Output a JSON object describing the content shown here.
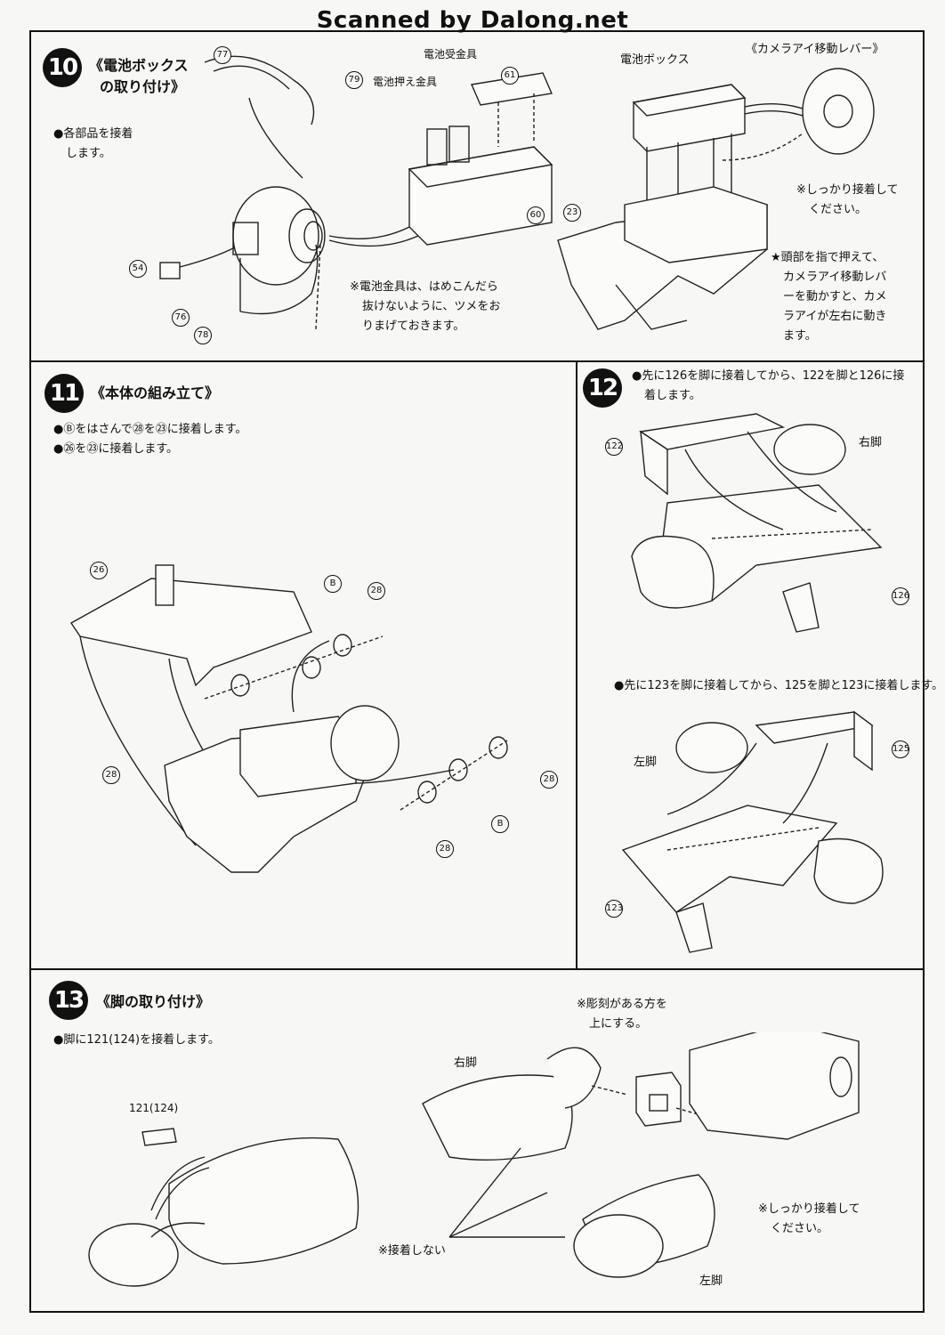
{
  "watermark": "Scanned by Dalong.net",
  "step10": {
    "number": "10",
    "title": "《電池ボックスの取り付け》",
    "title_line1": "《電池ボックス",
    "title_line2": "の取り付け》",
    "notes": [
      "●各部品を接着",
      "します。"
    ],
    "labels": {
      "battery_receiver": "電池受金具",
      "battery_holder": "電池押え金具",
      "battery_box_left": "電池ボックス",
      "battery_box": "電池ボックス",
      "camera_lever": "《カメラアイ移動レバー》"
    },
    "parts": [
      "77",
      "79",
      "61",
      "60",
      "54",
      "76",
      "78",
      "23"
    ],
    "notice_metal": [
      "※電池金具は、はめこんだら",
      "抜けないように、ツメをお",
      "りまげておきます。"
    ],
    "notice_glue": [
      "※しっかり接着して",
      "ください。"
    ],
    "notice_head": [
      "★頭部を指で押えて、",
      "カメラアイ移動レバ",
      "ーを動かすと、カメ",
      "ラアイが左右に動き",
      "ます。"
    ]
  },
  "step11": {
    "number": "11",
    "title": "《本体の組み立て》",
    "notes": [
      "●Ⓑをはさんで㉘を㉓に接着します。",
      "●㉖を㉓に接着します。"
    ],
    "parts": [
      "26",
      "B",
      "28",
      "28",
      "28",
      "B",
      "28"
    ]
  },
  "step12": {
    "number": "12",
    "notes_a": [
      "●先に⑫⑥を脚に接着してから、⑫②を脚と⑫⑥に接",
      "着します。"
    ],
    "notes_a_l1": "●先に126を脚に接着してから、122を脚と126に接",
    "notes_a_l2": "着します。",
    "notes_b": "●先に123を脚に接着してから、125を脚と123に接着します。",
    "labels": {
      "right_leg": "右脚",
      "left_leg": "左脚"
    },
    "parts": [
      "122",
      "126",
      "125",
      "123"
    ]
  },
  "step13": {
    "number": "13",
    "title": "《脚の取り付け》",
    "notes": [
      "●脚に121(124)を接着します。"
    ],
    "part_label": "121(124)",
    "labels": {
      "right_leg": "右脚",
      "left_leg": "左脚"
    },
    "notice_engrave": [
      "※彫刻がある方を",
      "上にする。"
    ],
    "notice_noglue": "※接着しない",
    "notice_glue": [
      "※しっかり接着して",
      "ください。"
    ]
  }
}
